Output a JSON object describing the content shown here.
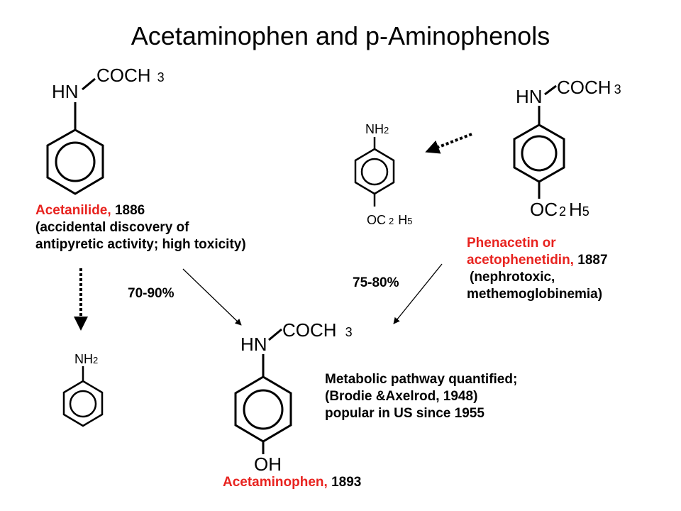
{
  "title": "Acetaminophen and p-Aminophenols",
  "formula_text": {
    "hn": "HN",
    "coch": "COCH",
    "sub_3": "3",
    "nh": "NH",
    "sub_2": "2",
    "oc": "OC",
    "h": "H",
    "sub_5": "5",
    "oh": "OH"
  },
  "acetanilide": {
    "name": "Acetanilide,",
    "year": "1886",
    "note_line1": "(accidental discovery of",
    "note_line2": "antipyretic activity; high toxicity)"
  },
  "phenacetin": {
    "name_line1": "Phenacetin or",
    "name_line2": "acetophenetidin,",
    "year": "1887",
    "note_line1": "(nephrotoxic,",
    "note_line2": "methemoglobinemia)"
  },
  "acetaminophen": {
    "name": "Acetaminophen,",
    "year": "1893",
    "note_line1": "Metabolic pathway quantified;",
    "note_line2": "(Brodie &Axelrod, 1948)",
    "note_line3": "popular in US since 1955"
  },
  "yields": {
    "from_acetanilide": "70-90%",
    "from_phenacetin": "75-80%"
  },
  "colors": {
    "name_red": "#e8231f",
    "text": "#000000",
    "background": "#ffffff"
  }
}
